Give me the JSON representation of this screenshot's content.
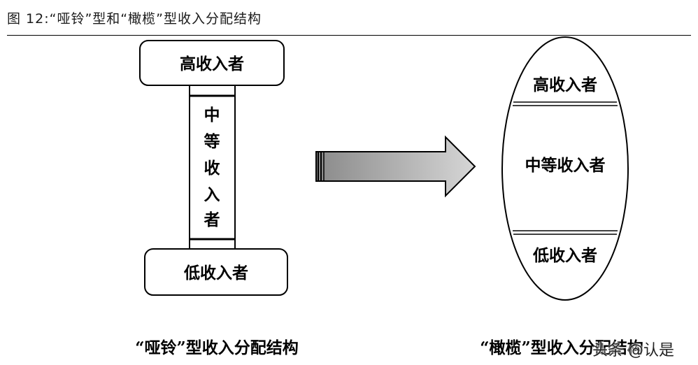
{
  "figure_title": "图 12:“哑铃”型和“橄榄”型收入分配结构",
  "dumbbell": {
    "top_label": "高收入者",
    "middle_label": [
      "中",
      "等",
      "收",
      "入",
      "者"
    ],
    "bottom_label": "低收入者",
    "caption": "“哑铃”型收入分配结构"
  },
  "olive": {
    "top_label": "高收入者",
    "middle_label": "中等收入者",
    "bottom_label": "低收入者",
    "caption": "“橄榄”型收入分配结构"
  },
  "watermark": "头条 @认是"
}
